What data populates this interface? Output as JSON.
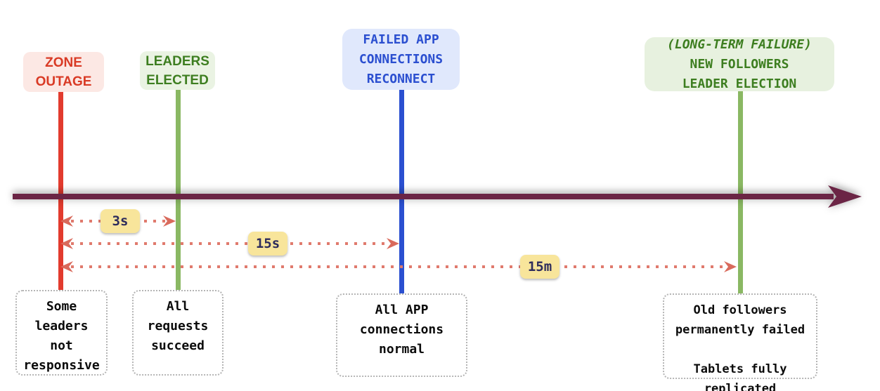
{
  "events": [
    {
      "id": "zone-outage",
      "title": "ZONE\nOUTAGE",
      "text_color": "#d93a25",
      "bg_color": "#fce8e4",
      "line_color": "#e23b2e"
    },
    {
      "id": "leaders-elected",
      "title": "LEADERS\nELECTED",
      "text_color": "#3d7e20",
      "bg_color": "#eaf3e3",
      "line_color": "#8ab863"
    },
    {
      "id": "failed-app-connections-reconnect",
      "title": "FAILED APP\nCONNECTIONS\nRECONNECT",
      "text_color": "#2b4fd0",
      "bg_color": "#e0e8fc",
      "line_color": "#2b50d0"
    },
    {
      "id": "new-followers-leader-election",
      "subtitle": "(LONG-TERM FAILURE)",
      "title": "NEW FOLLOWERS\nLEADER ELECTION",
      "text_color": "#3d7e20",
      "bg_color": "#e7f1df",
      "line_color": "#8ab863"
    }
  ],
  "durations": [
    {
      "label": "3s",
      "from": "zone-outage",
      "to": "leaders-elected"
    },
    {
      "label": "15s",
      "from": "zone-outage",
      "to": "failed-app-connections-reconnect"
    },
    {
      "label": "15m",
      "from": "zone-outage",
      "to": "new-followers-leader-election"
    }
  ],
  "notes": [
    {
      "text": "Some\nleaders\nnot\nresponsive"
    },
    {
      "text": "All\nrequests\nsucceed"
    },
    {
      "text": "All APP\nconnections\nnormal"
    },
    {
      "text": "Old followers\npermanently failed\n\nTablets fully\nreplicated"
    }
  ],
  "colors": {
    "timeline_arrow": "#6b2545",
    "duration_dots": "#e07a6d",
    "duration_arrowhead": "#d96a5c",
    "duration_tag_bg": "#f8e59b",
    "duration_tag_text": "#2e2c5c",
    "note_border": "#b5b5b5",
    "note_text": "#0b0b0b"
  }
}
